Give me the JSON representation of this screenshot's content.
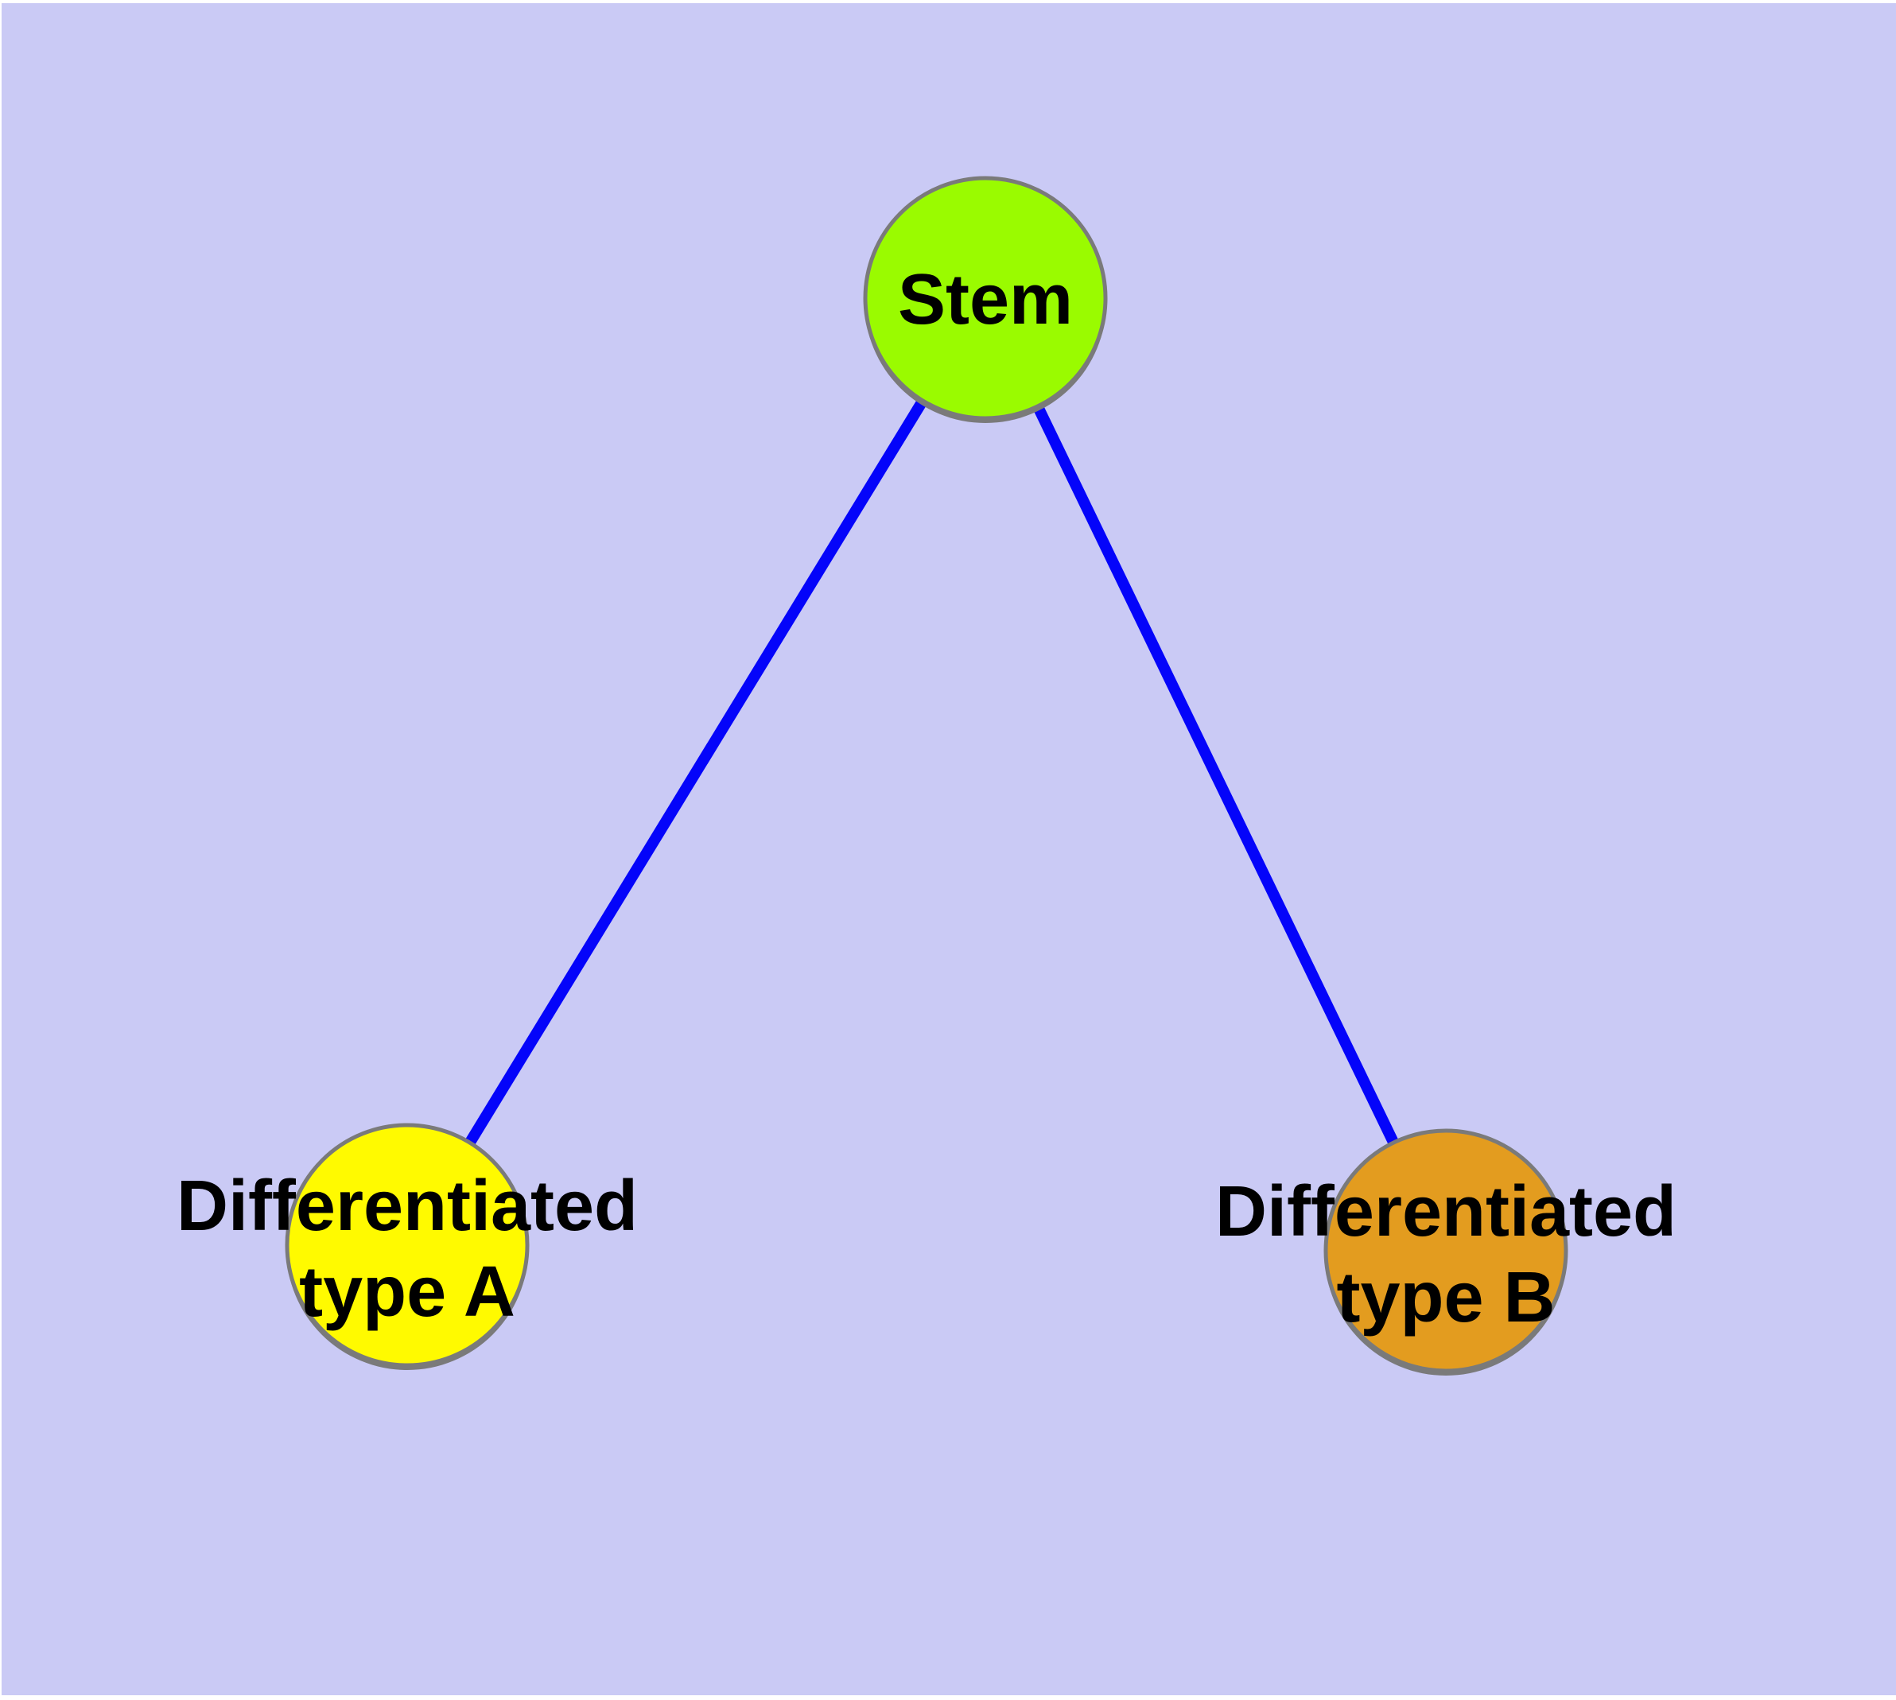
{
  "diagram": {
    "background_color": "#cacaf5",
    "frame_color": "#ffffff",
    "edge_color": "#0404fa",
    "node_border_color": "#7a7a7a",
    "label_color": "#000000",
    "nodes": [
      {
        "id": "stem",
        "label_lines": [
          "Stem"
        ],
        "fill": "#9afb00"
      },
      {
        "id": "differentiated-type-a",
        "label_lines": [
          "Differentiated",
          "type A"
        ],
        "fill": "#fffa00"
      },
      {
        "id": "differentiated-type-b",
        "label_lines": [
          "Differentiated",
          "type B"
        ],
        "fill": "#e39c1f"
      }
    ],
    "edges": [
      {
        "from": "Stem",
        "to": "Differentiated type A"
      },
      {
        "from": "Stem",
        "to": "Differentiated type B"
      }
    ]
  }
}
